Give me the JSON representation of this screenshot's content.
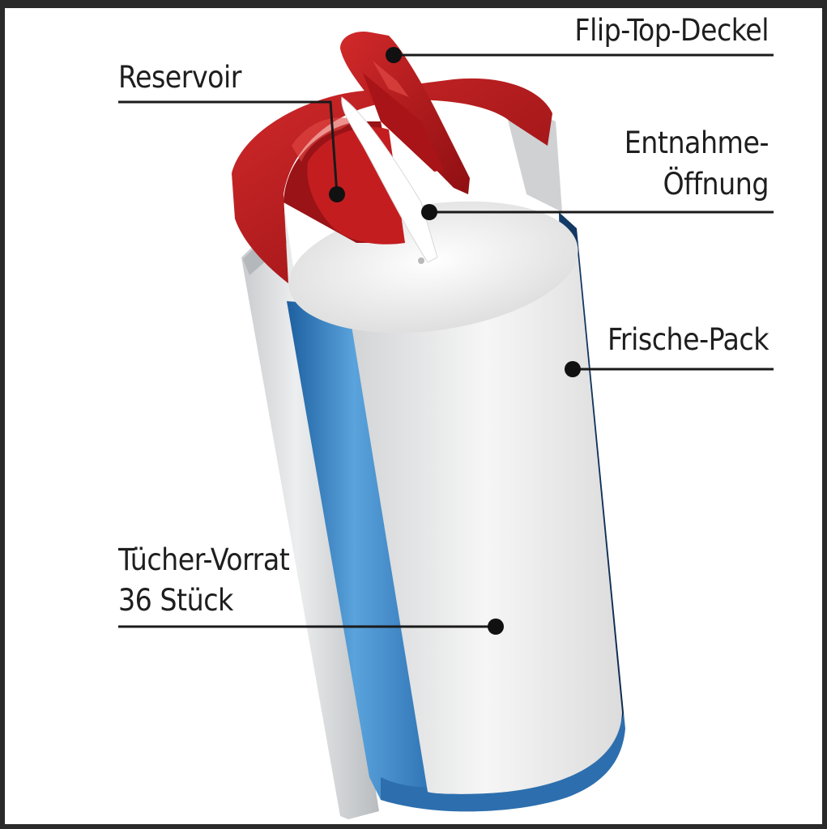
{
  "labels": {
    "flip_top_lid": "Flip-Top-Deckel",
    "reservoir": "Reservoir",
    "dispensing_opening_line1": "Entnahme-",
    "dispensing_opening_line2": "Öffnung",
    "fresh_pack": "Frische-Pack",
    "wipes_supply_line1": "Tücher-Vorrat",
    "wipes_supply_line2": "36 Stück"
  },
  "colors": {
    "lid_red": "#b3171a",
    "container_grey": "#d4d6d8",
    "fresh_pack_blue": "#2f78b8",
    "wipes_white": "#f2f2f2",
    "callout_line": "#1a1a1a"
  }
}
